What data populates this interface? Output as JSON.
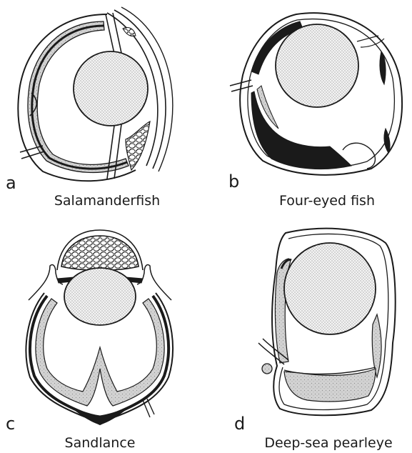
{
  "panels": [
    {
      "letter": "a",
      "caption": "Salamanderfish"
    },
    {
      "letter": "b",
      "caption": "Four-eyed fish"
    },
    {
      "letter": "c",
      "caption": "Sandlance"
    },
    {
      "letter": "d",
      "caption": "Deep-sea pearleye"
    }
  ],
  "colors": {
    "outline": "#1a1a1a",
    "retina_fill": "#d0d0d0",
    "pigment_fill": "#1a1a1a",
    "lens_fill": "#eeeeee",
    "background": "#ffffff"
  }
}
